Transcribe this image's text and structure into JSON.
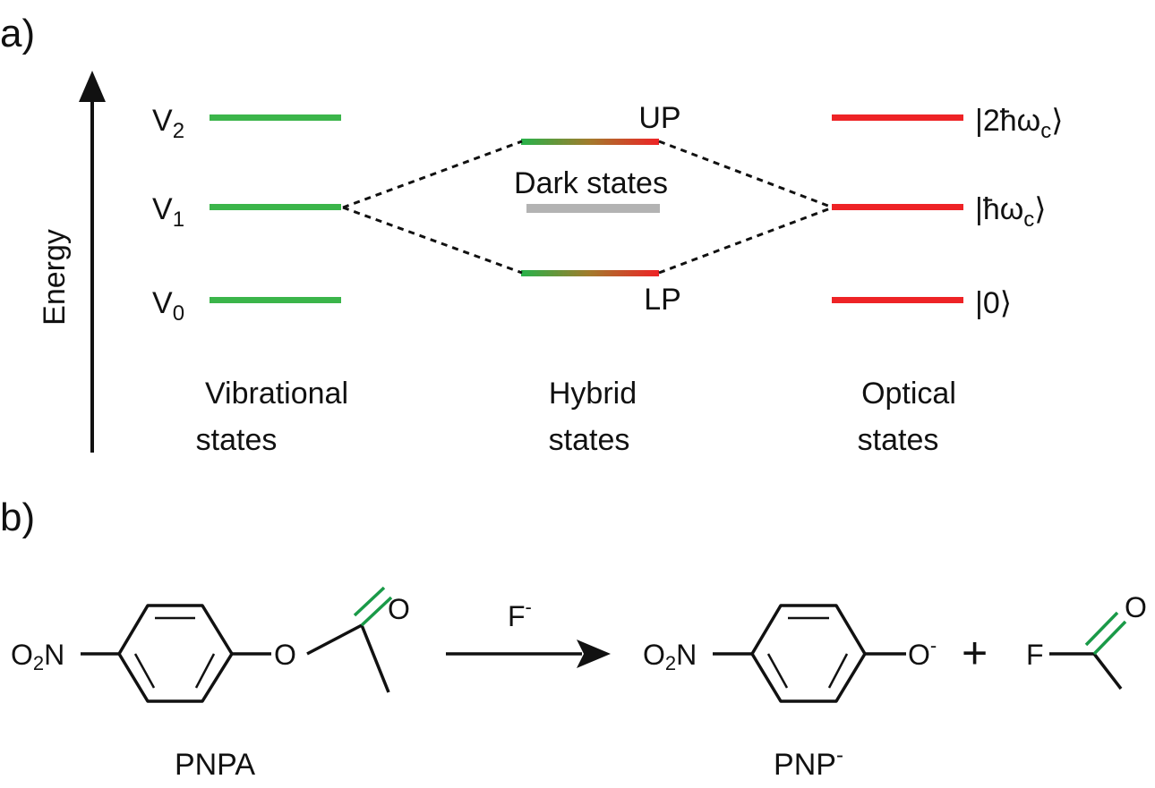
{
  "colors": {
    "vibrational": "#3bb54a",
    "optical": "#ee2326",
    "dark": "#b3b3b3",
    "ink": "#111111",
    "carbonyl": "#1a9a48"
  },
  "panel_a": {
    "label": "a)",
    "axis_label": "Energy",
    "vibrational": {
      "levels": [
        {
          "base": "V",
          "sub": "2"
        },
        {
          "base": "V",
          "sub": "1"
        },
        {
          "base": "V",
          "sub": "0"
        }
      ],
      "caption_line1": "Vibrational",
      "caption_line2": "states"
    },
    "hybrid": {
      "upper_label": "UP",
      "lower_label": "LP",
      "dark_label": "Dark states",
      "caption_line1": "Hybrid",
      "caption_line2": "states"
    },
    "optical": {
      "levels": [
        {
          "pre": "|2ħω",
          "sub": "c",
          "post": "⟩"
        },
        {
          "pre": "|ħω",
          "sub": "c",
          "post": "⟩"
        },
        {
          "pre": "|0⟩",
          "sub": "",
          "post": ""
        }
      ],
      "caption_line1": "Optical",
      "caption_line2": "states"
    }
  },
  "panel_b": {
    "label": "b)",
    "reactant": {
      "nitro_o": "O",
      "nitro_sub": "2",
      "nitro_n": "N",
      "ether_o": "O",
      "carbonyl_o": "O",
      "name": "PNPA"
    },
    "reagent": {
      "base": "F",
      "sup": "-"
    },
    "product": {
      "nitro_o": "O",
      "nitro_sub": "2",
      "nitro_n": "N",
      "phenoxide_o": "O",
      "phenoxide_charge": "-",
      "name_base": "PNP",
      "name_sup": "-"
    },
    "plus": "+",
    "acyl_fluoride": {
      "fluorine": "F",
      "carbonyl_o": "O"
    }
  }
}
